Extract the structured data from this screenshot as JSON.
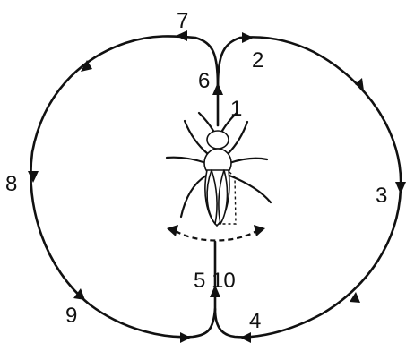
{
  "labels": {
    "step_1": "1",
    "step_2": "2",
    "step_3": "3",
    "step_4": "4",
    "step_5_10": "5 10",
    "step_6": "6",
    "step_7": "7",
    "step_8": "8",
    "step_9": "9"
  },
  "colors": {
    "stroke": "#111111",
    "background": "#ffffff"
  }
}
